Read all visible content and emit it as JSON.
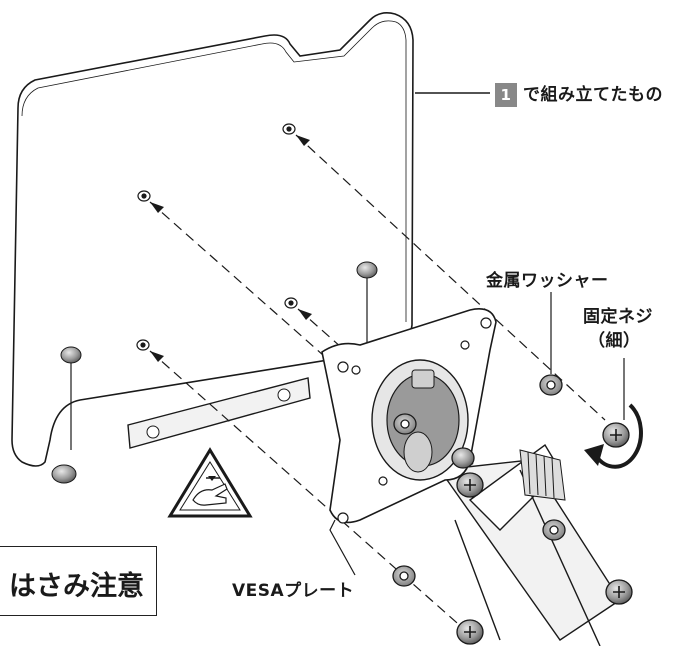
{
  "labels": {
    "assembled_step": "1",
    "assembled_text": "で組み立てたもの",
    "metal_washer": "金属ワッシャー",
    "fixing_screw": "固定ネジ",
    "fixing_screw_sub": "（細）",
    "vesa_plate": "VESAプレート",
    "caution": "はさみ注意"
  },
  "colors": {
    "line": "#1a1a1a",
    "badge": "#888888",
    "metal": "#9a9a9a",
    "arm": "#f2f2f2"
  },
  "icons": [
    "pinch-hazard-icon",
    "rotate-arrow-icon"
  ]
}
